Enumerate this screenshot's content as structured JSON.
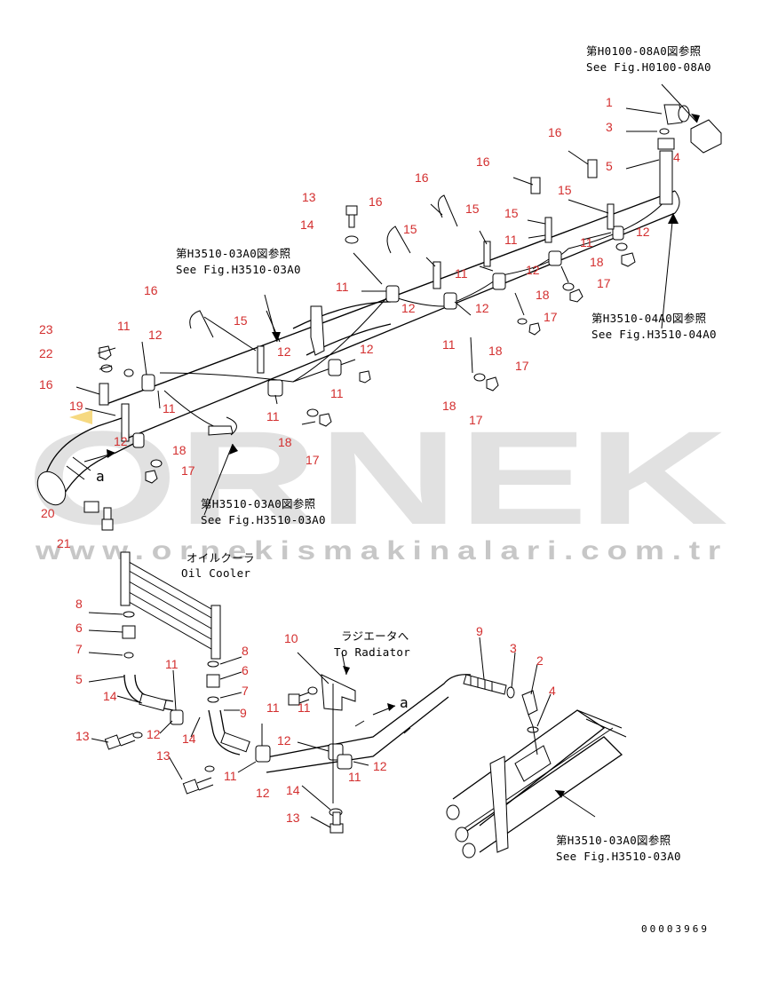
{
  "refs": {
    "h0100_jp": "第H0100-08A0図参照",
    "h0100_en": "See Fig.H0100-08A0",
    "h3510_top_jp": "第H3510-03A0図参照",
    "h3510_top_en": "See Fig.H3510-03A0",
    "h3510_04_jp": "第H3510-04A0図参照",
    "h3510_04_en": "See Fig.H3510-04A0",
    "h3510_mid_jp": "第H3510-03A0図参照",
    "h3510_mid_en": "See Fig.H3510-03A0",
    "h3510_bot_jp": "第H3510-03A0図参照",
    "h3510_bot_en": "See Fig.H3510-03A0",
    "oil_cooler_jp": "オイルクーラ",
    "oil_cooler_en": "Oil Cooler",
    "radiator_jp": "ラジエータへ",
    "radiator_en": "To Radiator",
    "mark_a": "a"
  },
  "callouts": {
    "c1": "1",
    "c3a": "3",
    "c16a": "16",
    "c5a": "5",
    "c4a": "4",
    "c16b": "16",
    "c15a": "15",
    "c13a": "13",
    "c16c": "16",
    "c15b": "15",
    "c15c": "15",
    "c11a": "11",
    "c12a": "12",
    "c14a": "14",
    "c15d": "15",
    "c11b": "11",
    "c12b": "12",
    "c18a": "18",
    "c17a": "17",
    "c11c": "11",
    "c12c": "12",
    "c18b": "18",
    "c17b": "17",
    "c12d": "12",
    "c11d": "11",
    "c18c": "18",
    "c17c": "17",
    "c18d": "18",
    "c17d": "17",
    "c16d": "16",
    "c15e": "15",
    "c12e": "12",
    "c12f": "12",
    "c11e": "11",
    "c11f": "11",
    "c11g": "11",
    "c18e": "18",
    "c17e": "17",
    "c23": "23",
    "c22": "22",
    "c16e": "16",
    "c19": "19",
    "c11h": "11",
    "c12g": "12",
    "c18f": "18",
    "c17f": "17",
    "c20": "20",
    "c21": "21",
    "c8a": "8",
    "c6a": "6",
    "c7a": "7",
    "c5b": "5",
    "c14b": "14",
    "c11i": "11",
    "c12h": "12",
    "c14c": "14",
    "c13b": "13",
    "c13c": "13",
    "c8b": "8",
    "c6b": "6",
    "c7b": "7",
    "c9a": "9",
    "c10": "10",
    "c11j": "11",
    "c11k": "11",
    "c12i": "12",
    "c11l": "11",
    "c12j": "12",
    "c11m": "11",
    "c14d": "14",
    "c13d": "13",
    "c9b": "9",
    "c3b": "3",
    "c2": "2",
    "c4b": "4",
    "c12k": "12",
    "c12l": "12"
  },
  "watermark": {
    "brand": "ORNEK",
    "url": "www.ornekismakinalari.com.tr"
  },
  "doc_number": "00003969"
}
